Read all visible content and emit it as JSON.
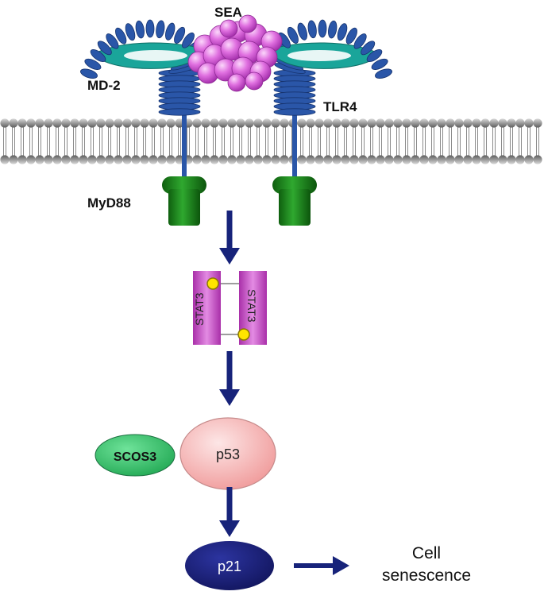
{
  "labels": {
    "sea": "SEA",
    "md2": "MD-2",
    "tlr4": "TLR4",
    "myd88": "MyD88",
    "stat3_left": "STAT3",
    "stat3_right": "STAT3",
    "scos3": "SCOS3",
    "p53": "p53",
    "p21": "p21",
    "outcome_line1": "Cell",
    "outcome_line2": "senescence"
  },
  "colors": {
    "receptor_blue": "#2a56a8",
    "md2_teal": "#1aa59a",
    "sea_magenta": "#d04fd0",
    "myd88_green": "#1d8a1d",
    "stat3_magenta": "#c03ec0",
    "phospho_yellow": "#ffe400",
    "scos3_green": "#2fc468",
    "p53_pink": "#f4a8a8",
    "p21_navy": "#1b1f74",
    "arrow_navy": "#17237a",
    "membrane_gray": "#8a8a8a"
  }
}
